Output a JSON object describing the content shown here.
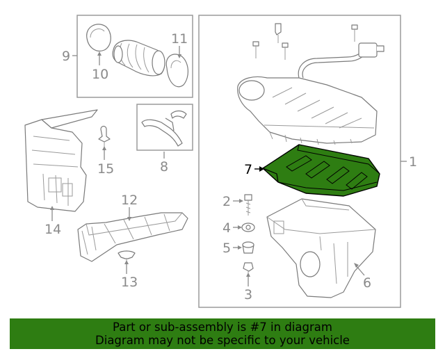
{
  "callouts": {
    "c1": "1",
    "c2": "2",
    "c3": "3",
    "c4": "4",
    "c5": "5",
    "c6": "6",
    "c7": "7",
    "c8": "8",
    "c9": "9",
    "c10": "10",
    "c11": "11",
    "c12": "12",
    "c13": "13",
    "c14": "14",
    "c15": "15"
  },
  "highlight": {
    "part_number": "7",
    "color": "#2e7d12"
  },
  "banner": {
    "line1": "Part or sub-assembly is #7 in diagram",
    "line2": "Diagram may not be specific to your vehicle"
  }
}
